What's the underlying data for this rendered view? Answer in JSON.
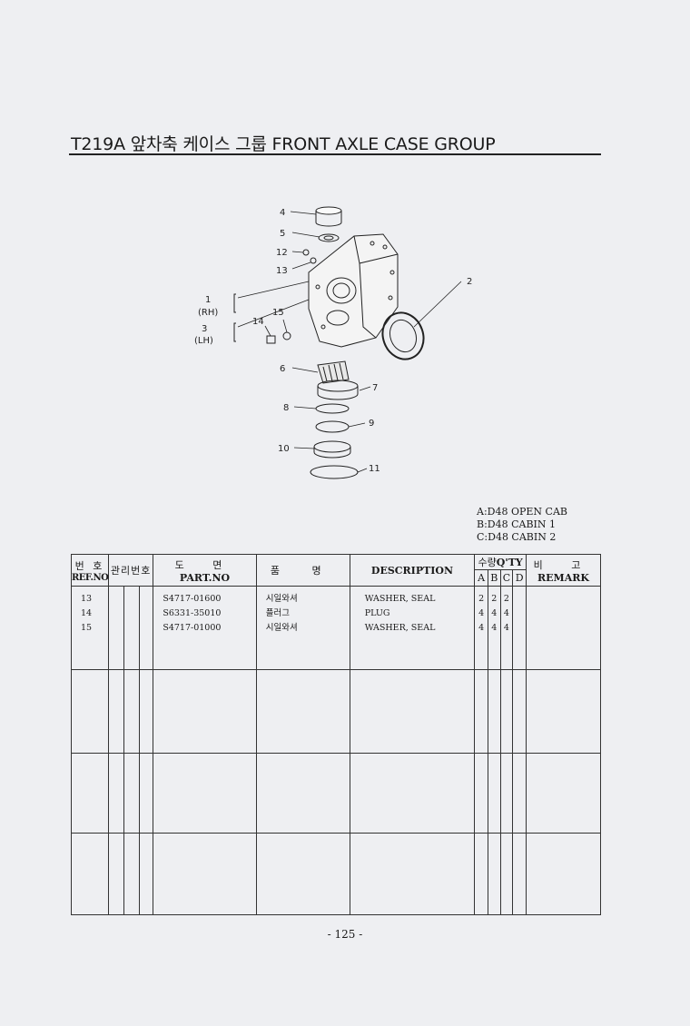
{
  "header": {
    "title": "T219A 앞차축 케이스 그룹 FRONT AXLE CASE GROUP"
  },
  "diagram": {
    "callouts": [
      "4",
      "5",
      "12",
      "13",
      "2",
      "1",
      "(RH)",
      "3",
      "(LH)",
      "14",
      "15",
      "6",
      "7",
      "8",
      "9",
      "10",
      "11"
    ]
  },
  "legend": {
    "a": "A:D48 OPEN CAB",
    "b": "B:D48 CABIN 1",
    "c": "C:D48 CABIN 2"
  },
  "table": {
    "headers": {
      "ref_ko": "번 호",
      "ref_en": "REF.NO",
      "mgmt_ko": "관리번호",
      "part_ko": "도 면",
      "part_en": "PART.NO",
      "name_ko": "품 명",
      "desc_en": "DESCRIPTION",
      "qty_ko": "수량",
      "qty_en": "Q'TY",
      "qty_cols": [
        "A",
        "B",
        "C",
        "D"
      ],
      "remark_ko": "비 고",
      "remark_en": "REMARK"
    },
    "rows": [
      {
        "ref": "13",
        "part": "S4717-01600",
        "name_ko": "시일와셔",
        "desc": "WASHER, SEAL",
        "a": "2",
        "b": "2",
        "c": "2",
        "d": ""
      },
      {
        "ref": "14",
        "part": "S6331-35010",
        "name_ko": "플러그",
        "desc": "PLUG",
        "a": "4",
        "b": "4",
        "c": "4",
        "d": ""
      },
      {
        "ref": "15",
        "part": "S4717-01000",
        "name_ko": "시일와셔",
        "desc": "WASHER, SEAL",
        "a": "4",
        "b": "4",
        "c": "4",
        "d": ""
      }
    ]
  },
  "footer": {
    "page": "- 125 -"
  }
}
